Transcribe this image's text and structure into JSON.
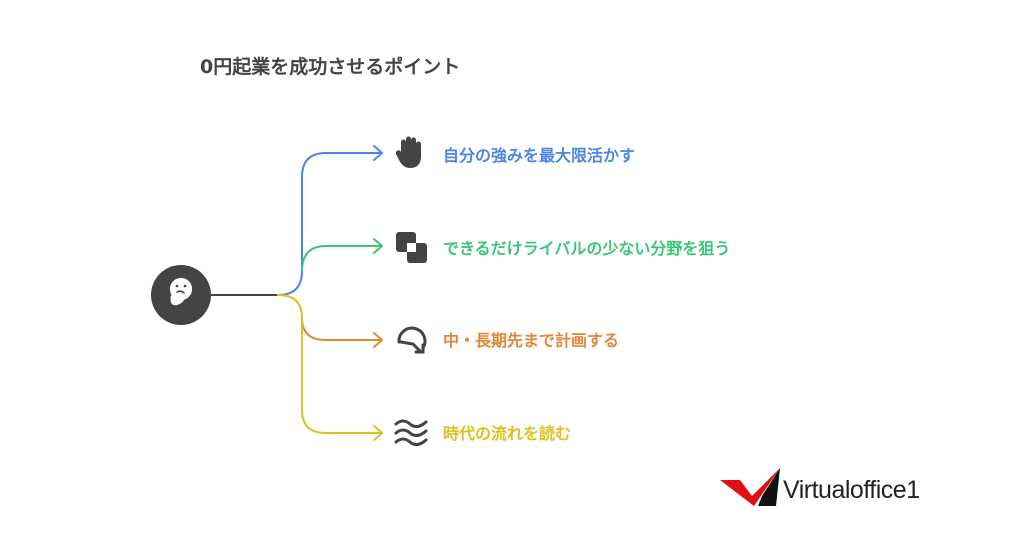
{
  "title": "0円起業を成功させるポイント",
  "hub": {
    "icon": "thinking-face-icon"
  },
  "branches": [
    {
      "label": "自分の強みを最大限活かす",
      "icon": "hand-icon",
      "color": "#4a86e8"
    },
    {
      "label": "できるだけライバルの少ない分野を狙う",
      "icon": "overlapping-squares-icon",
      "color": "#3cc47c"
    },
    {
      "label": "中・長期先まで計画する",
      "icon": "curved-arrow-icon",
      "color": "#e0883a"
    },
    {
      "label": "時代の流れを読む",
      "icon": "waves-icon",
      "color": "#dcc21c"
    }
  ],
  "logo": {
    "text": "Virtualoffice1"
  }
}
